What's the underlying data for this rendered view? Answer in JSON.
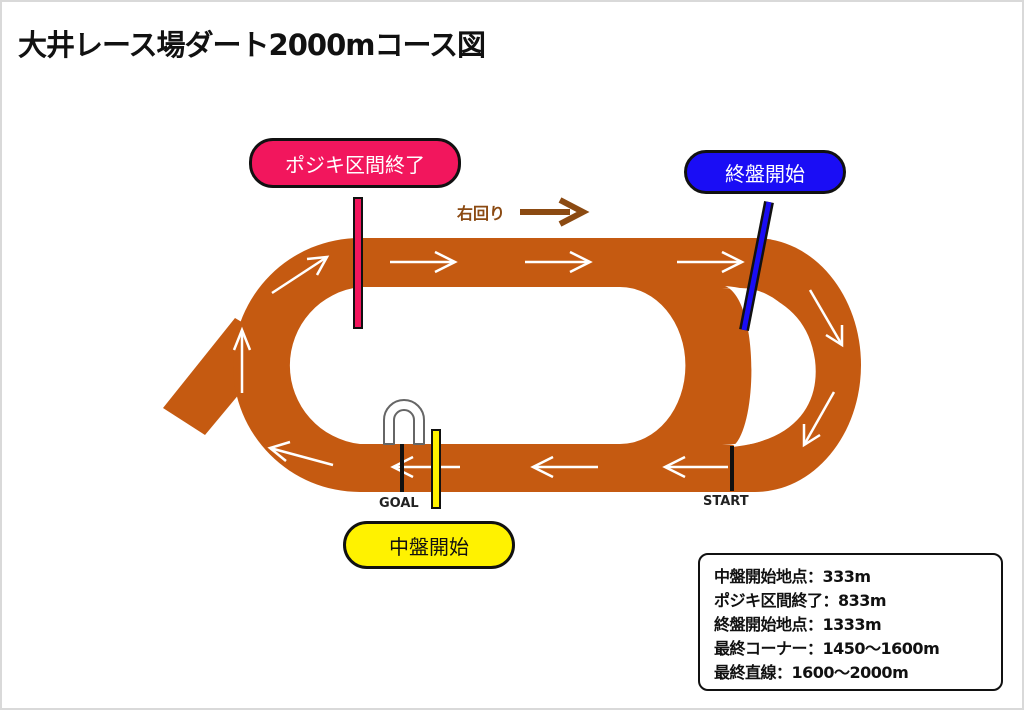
{
  "title": "大井レース場ダート2000mコース図",
  "direction_label": "右回り",
  "markers": {
    "posiki_end": "ポジキ区間終了",
    "final_start": "終盤開始",
    "middle_start": "中盤開始",
    "goal": "GOAL",
    "start": "START"
  },
  "info": [
    "中盤開始地点：333m",
    "ポジキ区間終了：833m",
    "終盤開始地点：1333m",
    "最終コーナー：1450〜1600m",
    "最終直線：1600〜2000m"
  ],
  "colors": {
    "track": "#c55a11",
    "pink": "#f2165d",
    "blue": "#1a0df5",
    "yellow": "#fff200",
    "arrow_brown": "#8b4a12"
  }
}
